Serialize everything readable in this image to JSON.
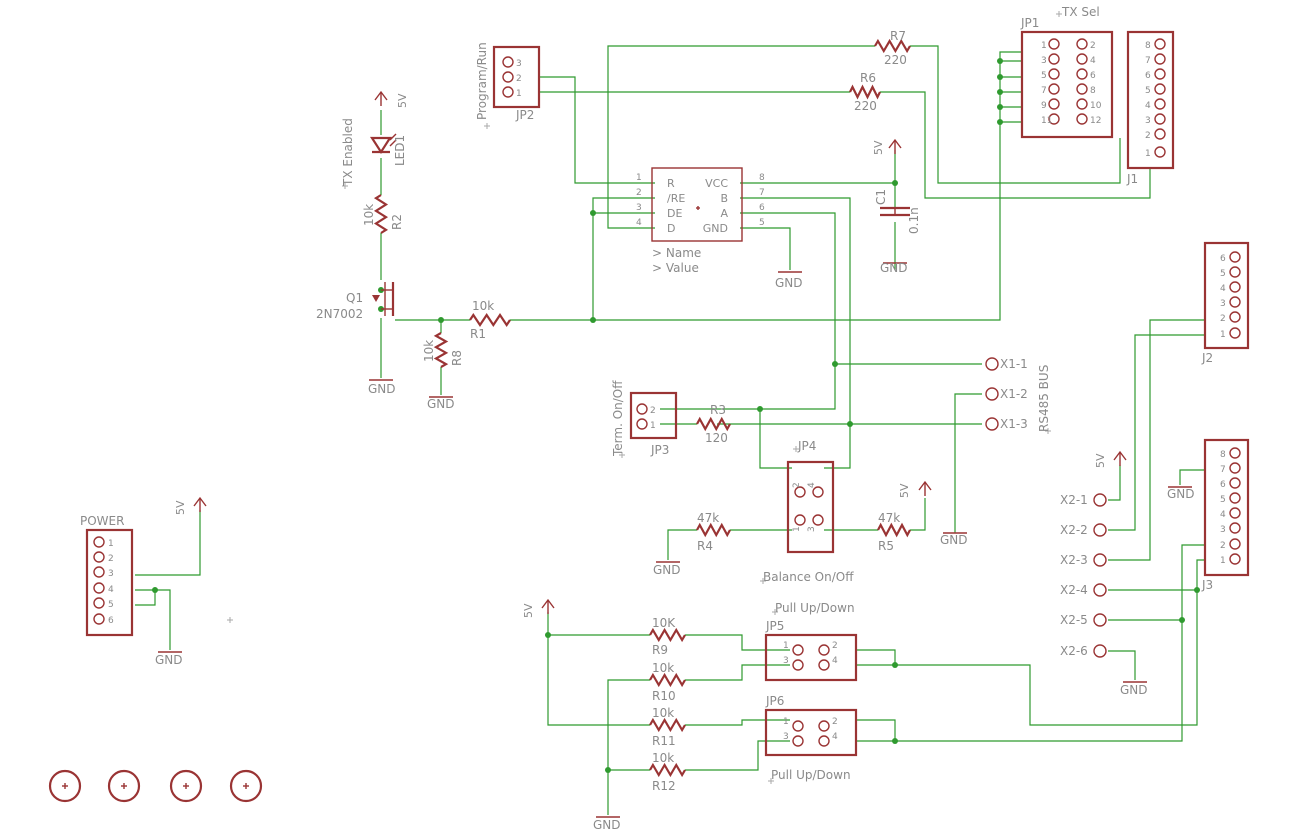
{
  "labels": {
    "program_run": "Program/Run",
    "jp2": "JP2",
    "jp2_pins": [
      "3",
      "2",
      "1"
    ],
    "r7": "R7",
    "r7_val": "220",
    "r6": "R6",
    "r6_val": "220",
    "jp1": "JP1",
    "tx_sel": "TX Sel",
    "jp1_left_pins": [
      "1",
      "3",
      "5",
      "7",
      "9",
      "11"
    ],
    "jp1_right_pins": [
      "2",
      "4",
      "6",
      "8",
      "10",
      "12"
    ],
    "j1": "J1",
    "j1_pins": [
      "8",
      "7",
      "6",
      "5",
      "4",
      "3",
      "2",
      "1"
    ],
    "tx_enabled": "TX Enabled",
    "led1": "LED1",
    "five_v": "5V",
    "r2": "R2",
    "r2_val": "10k",
    "q1": "Q1",
    "q1_part": "2N7002",
    "gnd": "GND",
    "r1": "R1",
    "r1_val": "10k",
    "r8": "R8",
    "r8_val": "10k",
    "ic_pins_left": [
      "1",
      "2",
      "3",
      "4"
    ],
    "ic_pins_right": [
      "8",
      "7",
      "6",
      "5"
    ],
    "ic_left": [
      "R",
      "/RE",
      "DE",
      "D"
    ],
    "ic_right": [
      "VCC",
      "B",
      "A",
      "GND"
    ],
    "ic_name": "> Name",
    "ic_value": "> Value",
    "c1": "C1",
    "c1_val": "0.1n",
    "j2": "J2",
    "j2_pins": [
      "6",
      "5",
      "4",
      "3",
      "2",
      "1"
    ],
    "x1": [
      "X1-1",
      "X1-2",
      "X1-3"
    ],
    "rs485_bus": "RS485 BUS",
    "term_onoff": "Term. On/Off",
    "jp3": "JP3",
    "jp3_pins": [
      "2",
      "1"
    ],
    "r3": "R3",
    "r3_val": "120",
    "jp4": "JP4",
    "jp4_pins": [
      "2",
      "4",
      "1",
      "3"
    ],
    "r4": "R4",
    "r4_val": "47k",
    "r5": "R5",
    "r5_val": "47k",
    "balance_onoff": "Balance On/Off",
    "x2": [
      "X2-1",
      "X2-2",
      "X2-3",
      "X2-4",
      "X2-5",
      "X2-6"
    ],
    "j3": "J3",
    "j3_pins": [
      "8",
      "7",
      "6",
      "5",
      "4",
      "3",
      "2",
      "1"
    ],
    "power": "POWER",
    "power_pins": [
      "1",
      "2",
      "3",
      "4",
      "5",
      "6"
    ],
    "pull_updown": "Pull Up/Down",
    "jp5": "JP5",
    "jp5_pins": [
      "1",
      "2",
      "3",
      "4"
    ],
    "jp6": "JP6",
    "jp6_pins": [
      "1",
      "2",
      "3",
      "4"
    ],
    "r9": "R9",
    "r9_val": "10K",
    "r10": "R10",
    "r10_val": "10k",
    "r11": "R11",
    "r11_val": "10k",
    "r12": "R12",
    "r12_val": "10k"
  },
  "colors": {
    "wire": "#2f9a2f",
    "part": "#9a3434",
    "label": "#8a8a8a",
    "background": "#ffffff"
  }
}
